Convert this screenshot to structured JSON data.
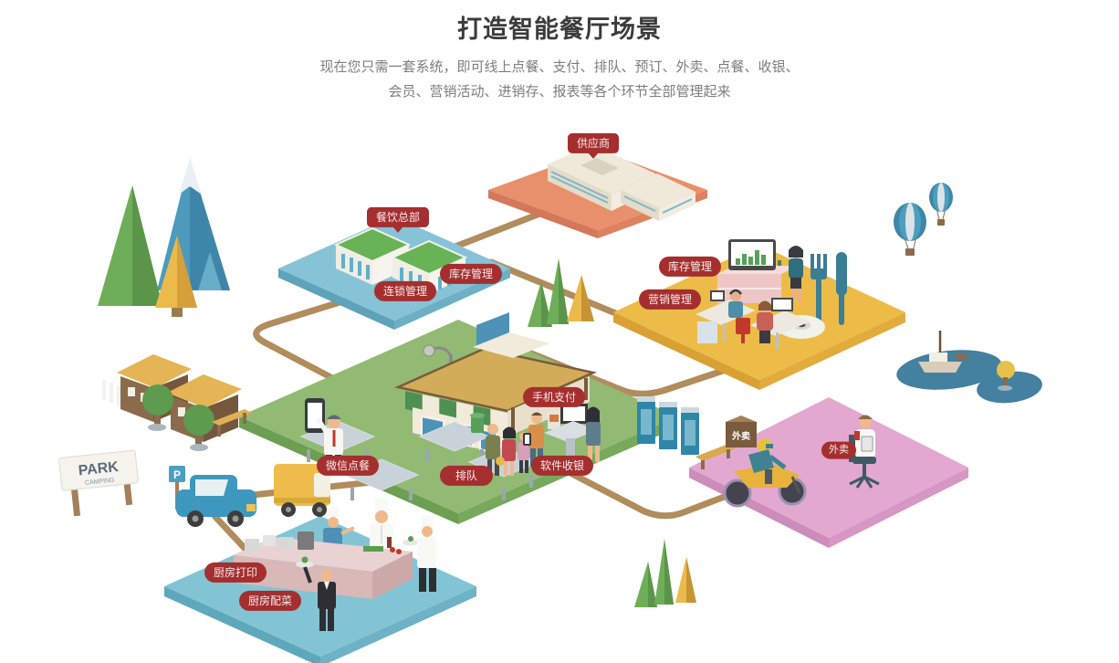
{
  "header": {
    "title": "打造智能餐厅场景",
    "subtitle_line1": "现在您只需一套系统，即可线上点餐、支付、排队、预订、外卖、点餐、收银、",
    "subtitle_line2": "会员、营销活动、进销存、报表等各个环节全部管理起来"
  },
  "scene": {
    "badges": {
      "supplier": "供应商",
      "hq": "餐饮总部",
      "hq_inventory": "库存管理",
      "chain": "连锁管理",
      "office_inventory": "库存管理",
      "marketing": "营销管理",
      "mobile_pay": "手机支付",
      "wechat_order": "微信点餐",
      "queue": "排队",
      "cashier": "软件收银",
      "takeout": "外卖",
      "kitchen_print": "厨房打印",
      "kitchen_prep": "厨房配菜"
    },
    "decor_text": {
      "park_line1": "PARK",
      "park_line2": "CAMPING",
      "parking": "P",
      "delivery_box": "外卖"
    },
    "platforms": [
      {
        "id": "supplier",
        "color": "#e8906b"
      },
      {
        "id": "headquarters",
        "color": "#87c3d6"
      },
      {
        "id": "office",
        "color": "#edbc48"
      },
      {
        "id": "restaurant",
        "color": "#92ba73"
      },
      {
        "id": "delivery",
        "color": "#e3a8d0"
      },
      {
        "id": "kitchen",
        "color": "#83c4d4"
      }
    ],
    "colors": {
      "badge_red": "#a52e2e",
      "path_tan": "#b18c5c"
    }
  }
}
